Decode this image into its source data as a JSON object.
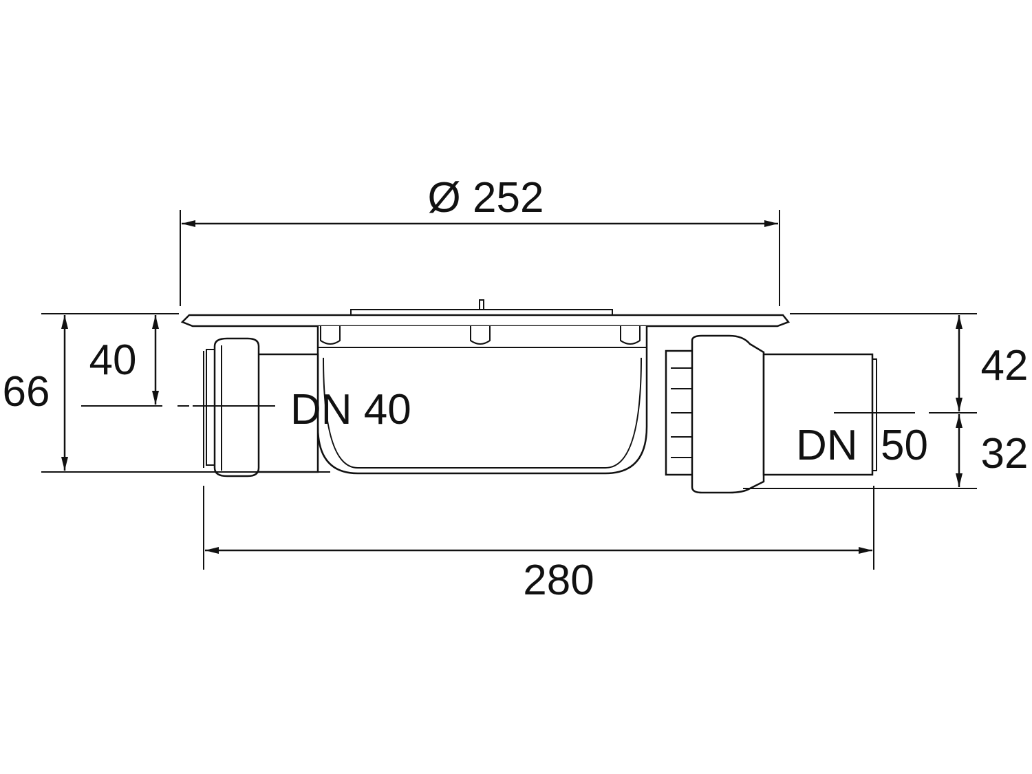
{
  "dimensions": {
    "plate_diameter": "Ø 252",
    "overall_length": "280",
    "left_total_height": "66",
    "left_outlet_height": "40",
    "right_upper_height": "42",
    "right_lower_height": "32"
  },
  "pipes": {
    "left_outlet": "DN 40",
    "right_outlet_prefix": "DN",
    "right_outlet_size": "50"
  }
}
